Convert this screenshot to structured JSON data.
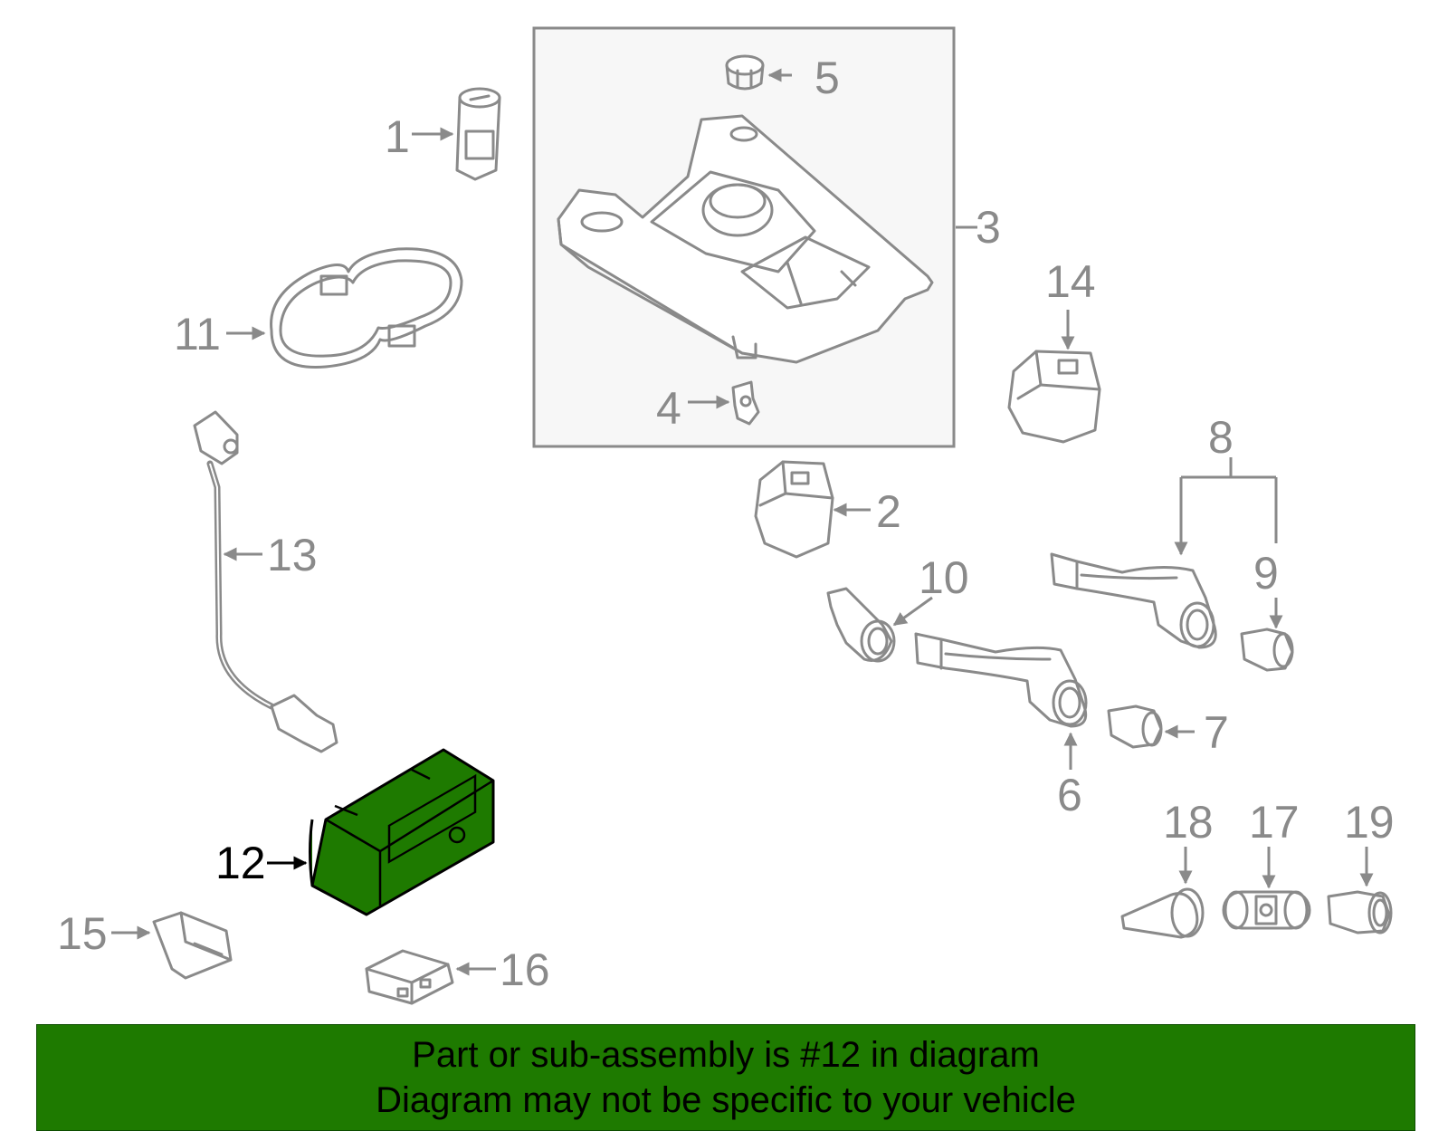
{
  "diagram": {
    "highlighted_part": "12",
    "highlight_color": "#1e7a00",
    "banner_color": "#1e7a00",
    "callouts": [
      "1",
      "2",
      "3",
      "4",
      "5",
      "6",
      "7",
      "8",
      "9",
      "10",
      "11",
      "12",
      "13",
      "14",
      "15",
      "16",
      "17",
      "18",
      "19"
    ]
  },
  "banner": {
    "line1": "Part or sub-assembly is #12 in diagram",
    "line2": "Diagram may not be specific to your vehicle"
  }
}
